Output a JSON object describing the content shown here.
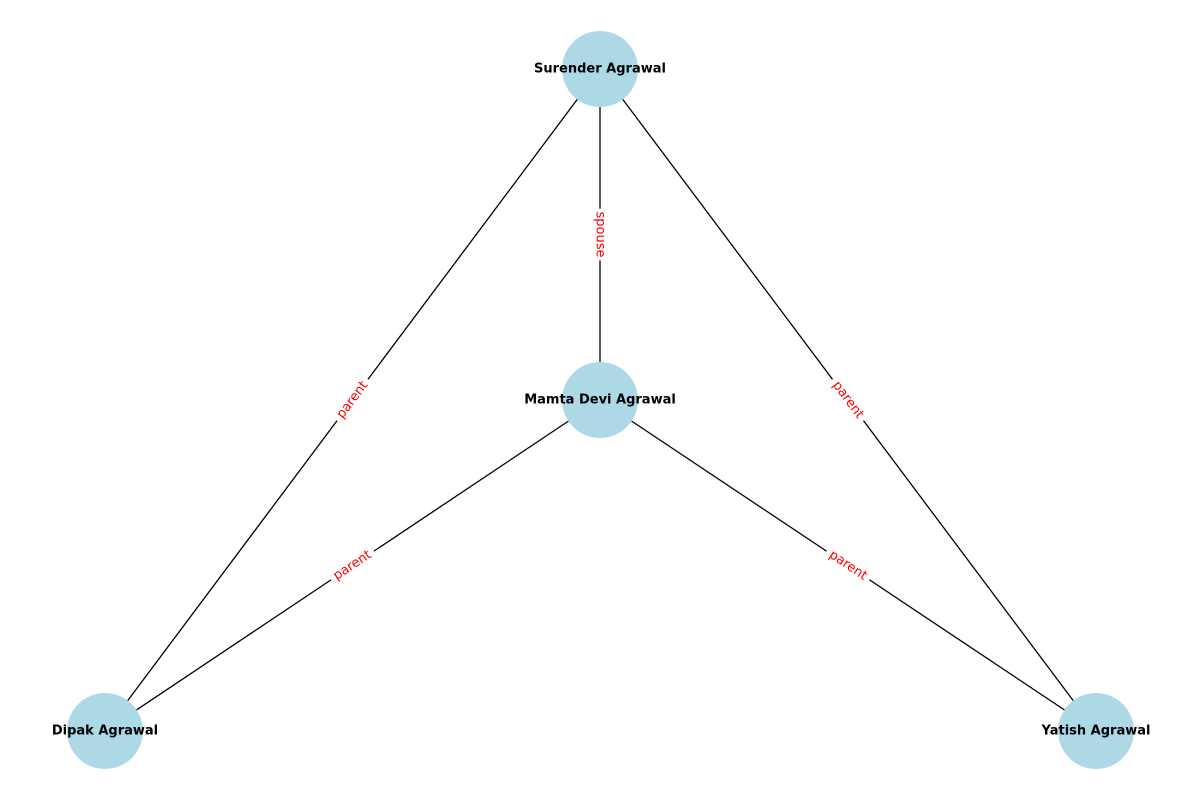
{
  "colors": {
    "node_fill": "#add8e6",
    "edge_stroke": "#000000",
    "edge_label": "#ff0000",
    "node_label": "#000000",
    "background": "#ffffff"
  },
  "nodes": [
    {
      "id": "surender",
      "label": "Surender Agrawal"
    },
    {
      "id": "mamta",
      "label": "Mamta Devi Agrawal"
    },
    {
      "id": "dipak",
      "label": "Dipak Agrawal"
    },
    {
      "id": "yatish",
      "label": "Yatish Agrawal"
    }
  ],
  "edges": [
    {
      "source": "surender",
      "target": "mamta",
      "label": "spouse"
    },
    {
      "source": "surender",
      "target": "dipak",
      "label": "parent"
    },
    {
      "source": "surender",
      "target": "yatish",
      "label": "parent"
    },
    {
      "source": "mamta",
      "target": "dipak",
      "label": "parent"
    },
    {
      "source": "mamta",
      "target": "yatish",
      "label": "parent"
    }
  ]
}
